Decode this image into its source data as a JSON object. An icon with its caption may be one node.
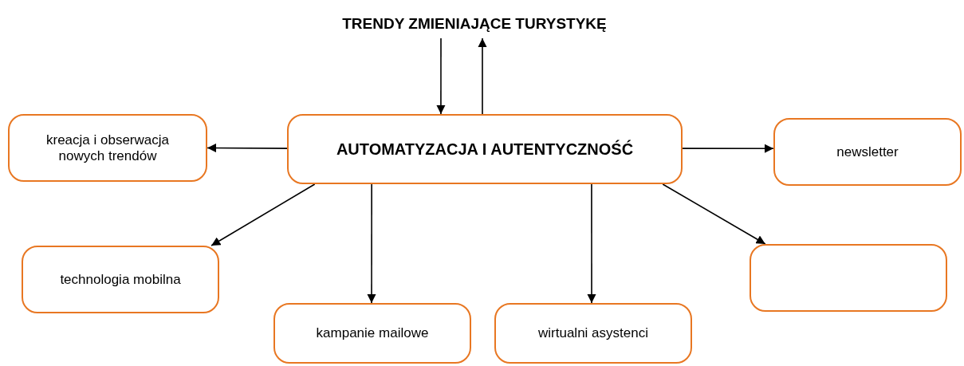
{
  "diagram": {
    "nodes": [
      {
        "text": [
          "TRENDY ZMIENIAJĄCE TURYSTYKĘ"
        ]
      },
      {
        "text": [
          "AUTOMATYZACJA I AUTENTYCZNOŚĆ"
        ]
      },
      {
        "text": [
          "kreacja i obserwacja nowych trendów"
        ]
      },
      {
        "text": [
          "newsletter"
        ]
      },
      {
        "text": [
          "technologia mobilna"
        ]
      },
      {
        "text": [
          "kampanie mailowe"
        ]
      },
      {
        "text": [
          "wirtualni asystenci"
        ]
      },
      {
        "text": [],
        "shape": "box"
      }
    ],
    "edges": [
      {
        "from": 0,
        "to": 1,
        "arrow": "to"
      },
      {
        "from": 1,
        "to": 0,
        "arrow": "to"
      },
      {
        "from": 1,
        "to": 2,
        "arrow": "to"
      },
      {
        "from": 1,
        "to": 3,
        "arrow": "to"
      },
      {
        "from": 1,
        "to": 4,
        "arrow": "to"
      },
      {
        "from": 1,
        "to": 5,
        "arrow": "to"
      },
      {
        "from": 1,
        "to": 6,
        "arrow": "to"
      },
      {
        "from": 1,
        "to": 7,
        "arrow": "to"
      }
    ]
  }
}
